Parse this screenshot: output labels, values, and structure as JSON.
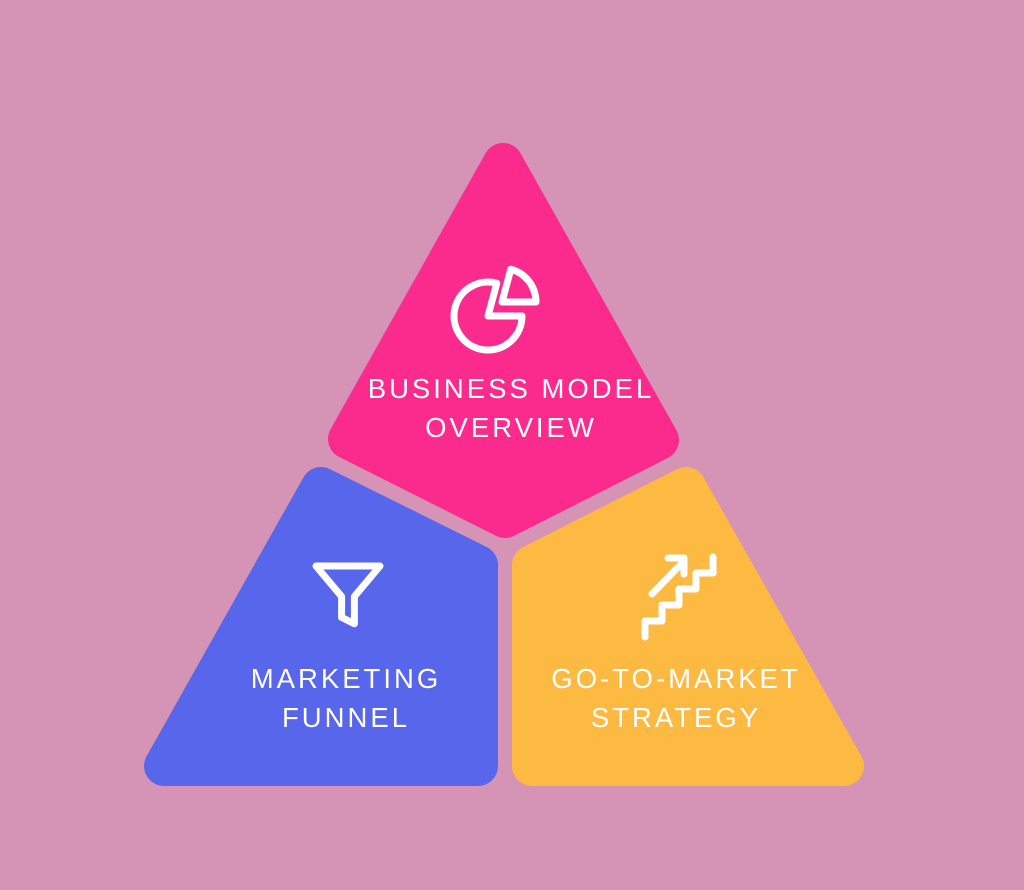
{
  "background_color": "#d593b6",
  "diagram": {
    "type": "segmented-triangle-infographic",
    "text_color": "#ffffff",
    "segments": [
      {
        "id": "business-model-overview",
        "icon": "pie-chart-icon",
        "color": "#fb2b8d",
        "line1": "BUSINESS MODEL",
        "line2": "OVERVIEW"
      },
      {
        "id": "marketing-funnel",
        "icon": "funnel-icon",
        "color": "#5766ea",
        "line1": "MARKETING",
        "line2": "FUNNEL"
      },
      {
        "id": "go-to-market-strategy",
        "icon": "stairs-growth-arrow-icon",
        "color": "#fcba43",
        "line1": "GO-TO-MARKET",
        "line2": "STRATEGY"
      }
    ]
  }
}
